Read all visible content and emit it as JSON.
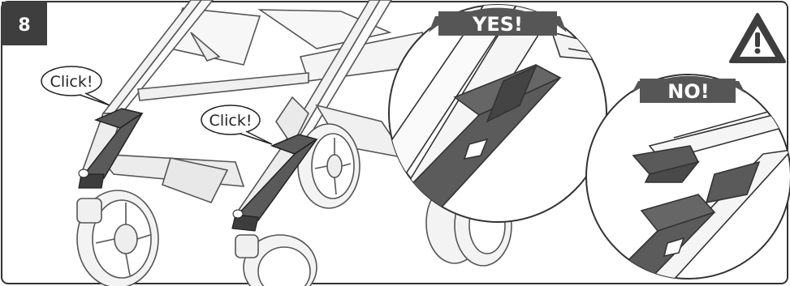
{
  "step": {
    "number": "8"
  },
  "callouts": [
    {
      "text": "Click!"
    },
    {
      "text": "Click!"
    }
  ],
  "detail_yes": {
    "label": "YES!"
  },
  "detail_no": {
    "label": "NO!"
  },
  "warning": {
    "icon": "warning-triangle-icon"
  },
  "colors": {
    "dark": "#4a4a4a",
    "outline": "#222222",
    "light": "#f2f2f2",
    "mid": "#9a9a9a"
  }
}
